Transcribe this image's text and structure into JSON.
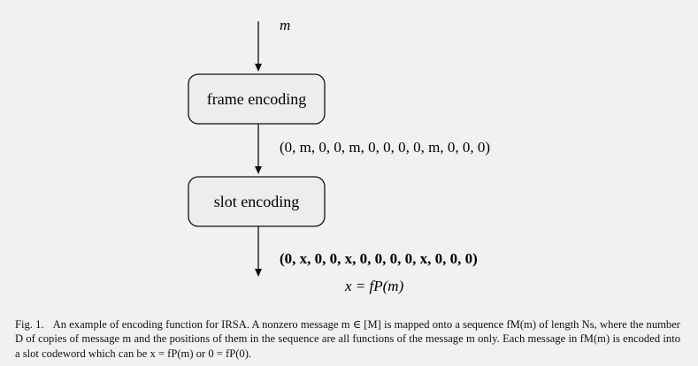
{
  "diagram": {
    "input_label": "m",
    "frame_box_label": "frame encoding",
    "sequence_label": "(0, m, 0, 0, m, 0, 0, 0, 0, m, 0, 0, 0)",
    "slot_box_label": "slot encoding",
    "codeword_sequence_label": "(0, x, 0, 0, x, 0, 0, 0, 0, x, 0, 0, 0)",
    "codeword_equation": "x = fP(m)"
  },
  "caption": {
    "figure_label": "Fig. 1.",
    "text": "An example of encoding function for IRSA. A nonzero message m ∈ [M] is mapped onto a sequence fM(m) of length Ns, where the number D of copies of message m and the positions of them in the sequence are all functions of the message m only. Each message in fM(m) is encoded into a slot codeword which can be x = fP(m) or 0 = fP(0)."
  }
}
